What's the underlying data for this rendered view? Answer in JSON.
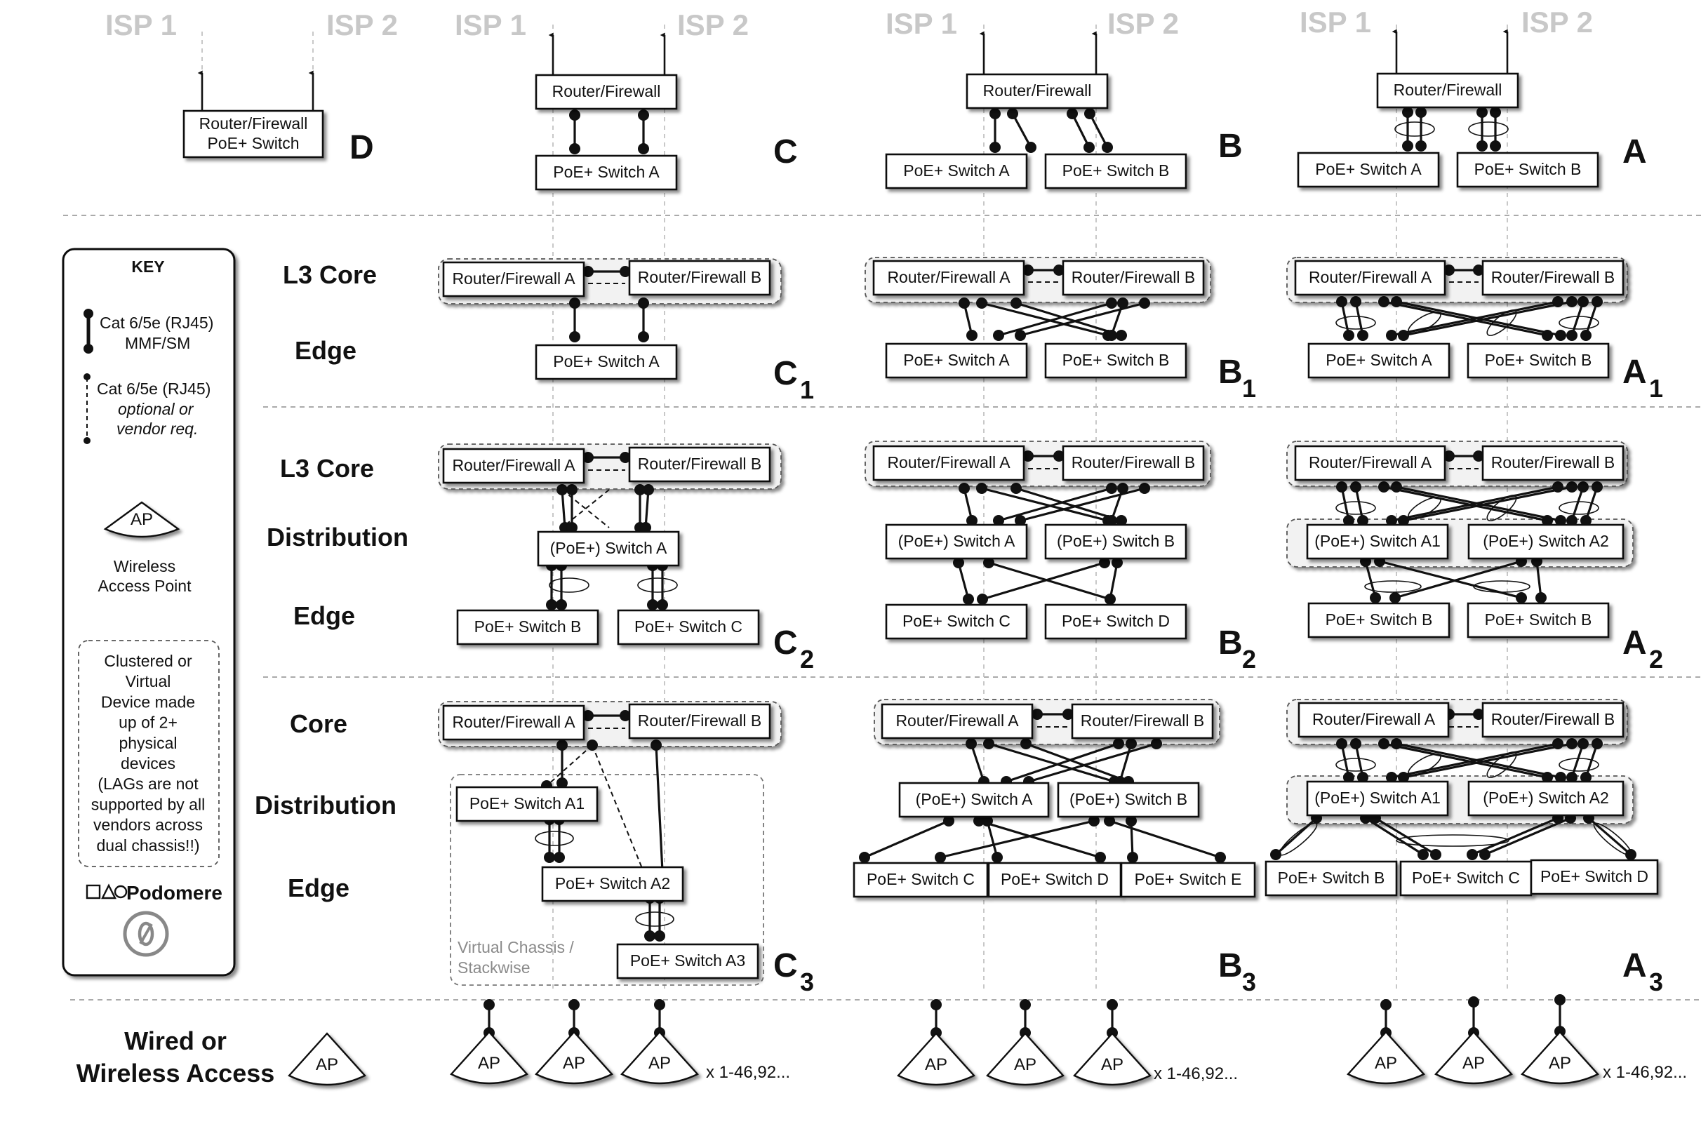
{
  "isp": {
    "isp1": "ISP 1",
    "isp2": "ISP 2"
  },
  "labels": {
    "rf": "Router/Firewall",
    "rf_poe_l1": "Router/Firewall",
    "rf_poe_l2": "PoE+ Switch",
    "rfa": "Router/Firewall A",
    "rfb": "Router/Firewall B",
    "poe_a": "PoE+ Switch A",
    "poe_b": "PoE+ Switch B",
    "poe_c": "PoE+ Switch C",
    "poe_d": "PoE+ Switch D",
    "poe_e": "PoE+ Switch E",
    "poe_a1": "PoE+ Switch A1",
    "poe_a2": "PoE+ Switch A2",
    "poe_a3": "PoE+ Switch A3",
    "ppoe_a": "(PoE+) Switch A",
    "ppoe_b": "(PoE+) Switch B",
    "ppoe_a1": "(PoE+) Switch A1",
    "ppoe_a2": "(PoE+) Switch A2"
  },
  "designs": {
    "d": "D",
    "c": "C",
    "b": "B",
    "a": "A",
    "sub1": "1",
    "sub2": "2",
    "sub3": "3"
  },
  "tiers": {
    "l3core_1": "L3 Core",
    "edge_1": "Edge",
    "l3core_2": "L3 Core",
    "distribution_2": "Distribution",
    "edge_2": "Edge",
    "core_3": "Core",
    "distribution_3": "Distribution",
    "edge_3": "Edge",
    "access_l1": "Wired or",
    "access_l2": "Wireless Access"
  },
  "key": {
    "title": "KEY",
    "solid_l1": "Cat 6/5e (RJ45)",
    "solid_l2": "MMF/SM",
    "dashed_l1": "Cat 6/5e (RJ45)",
    "dashed_l2": "optional or",
    "dashed_l3": "vendor req.",
    "ap_label": "AP",
    "wap_l1": "Wireless",
    "wap_l2": "Access Point",
    "cluster_lines": [
      "Clustered or",
      "Virtual",
      "Device made",
      "up of 2+",
      "physical",
      "devices",
      "(LAGs are not",
      "supported by all",
      "vendors across",
      "dual chassis!!)"
    ],
    "brand": "Podomere"
  },
  "access": {
    "ap": "AP",
    "multiplier": "x 1-46,92..."
  },
  "virtual_chassis": {
    "l1": "Virtual Chassis /",
    "l2": "Stackwise"
  },
  "colors": {
    "line": "#111111",
    "isp": "#c8c8c8",
    "guide": "#bbbbbb",
    "vc_text": "#8a8a8a"
  }
}
